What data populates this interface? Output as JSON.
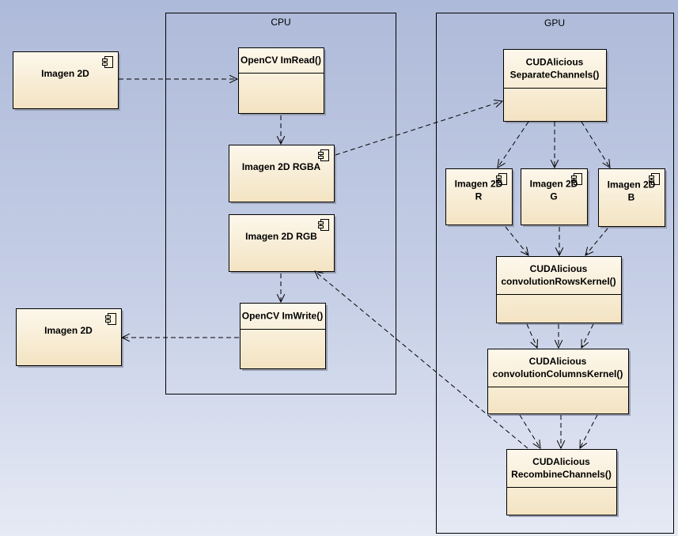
{
  "frames": {
    "cpu": "CPU",
    "gpu": "GPU"
  },
  "nodes": {
    "input_image": [
      "Imagen 2D"
    ],
    "output_image": [
      "Imagen 2D"
    ],
    "imread": [
      "OpenCV ImRead()"
    ],
    "imwrite": [
      "OpenCV ImWrite()"
    ],
    "rgba": [
      "Imagen 2D RGBA"
    ],
    "rgb": [
      "Imagen 2D RGB"
    ],
    "separate": [
      "CUDAlicious",
      "SeparateChannels()"
    ],
    "chan_r": [
      "Imagen 2D",
      "R"
    ],
    "chan_g": [
      "Imagen 2D",
      "G"
    ],
    "chan_b": [
      "Imagen 2D",
      "B"
    ],
    "rows": [
      "CUDAlicious",
      "convolutionRowsKernel()"
    ],
    "cols": [
      "CUDAlicious",
      "convolutionColumnsKernel()"
    ],
    "recombine": [
      "CUDAlicious",
      "RecombineChannels()"
    ]
  },
  "icons": {
    "component": "component-icon"
  }
}
